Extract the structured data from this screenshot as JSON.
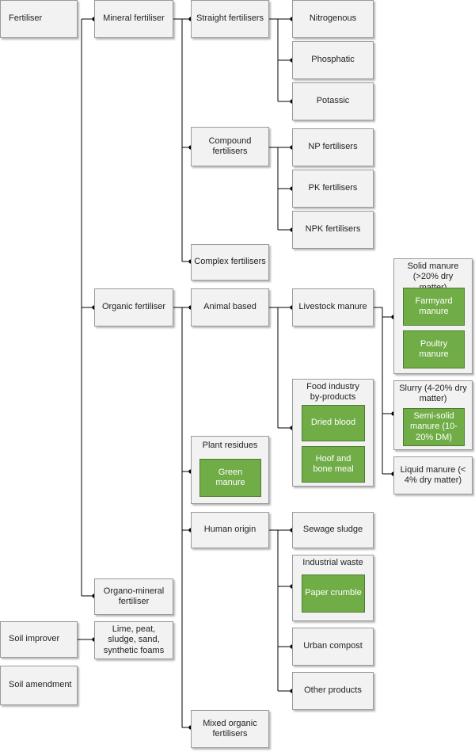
{
  "nodes": {
    "fertiliser": "Fertiliser",
    "mineral": "Mineral fertiliser",
    "straight": "Straight fertilisers",
    "nitrogenous": "Nitrogenous",
    "phosphatic": "Phosphatic",
    "potassic": "Potassic",
    "compound": "Compound fertilisers",
    "np": "NP fertilisers",
    "pk": "PK fertilisers",
    "npk": "NPK fertilisers",
    "complex": "Complex fertilisers",
    "organic": "Organic fertiliser",
    "animal": "Animal based",
    "livestock": "Livestock manure",
    "solid_manure": "Solid manure (>20% dry matter)",
    "farmyard": "Farmyard manure",
    "poultry": "Poultry manure",
    "slurry": "Slurry (4-20% dry matter)",
    "semi_solid": "Semi-solid manure (10-20% DM)",
    "liquid": "Liquid manure (< 4% dry matter)",
    "food_industry": "Food industry by-products",
    "dried_blood": "Dried blood",
    "hoof": "Hoof and bone meal",
    "plant_residues": "Plant residues",
    "green_manure": "Green manure",
    "human": "Human origin",
    "sewage": "Sewage sludge",
    "industrial": "Industrial waste",
    "paper": "Paper crumble",
    "urban": "Urban compost",
    "other": "Other products",
    "mixed": "Mixed organic fertilisers",
    "organo_mineral": "Organo-mineral fertiliser",
    "soil_improver": "Soil improver",
    "lime": "Lime, peat, sludge, sand, synthetic foams",
    "soil_amendment": "Soil amendment"
  },
  "colors": {
    "box_fill": "#f2f2f2",
    "box_border": "#9a9a9a",
    "highlight": "#70ad47",
    "connector": "#000000"
  }
}
